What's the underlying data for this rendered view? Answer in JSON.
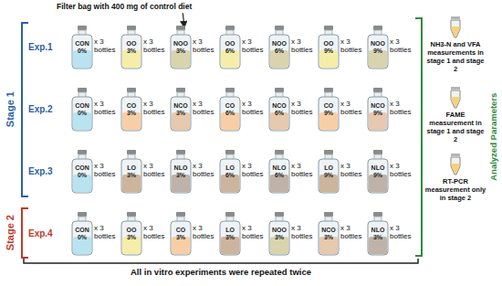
{
  "diagram": {
    "nodes": [
      {
        "text": [
          "CON 0%",
          "x 3 bottles"
        ]
      },
      {
        "text": [
          "OO 3%",
          "x 3 bottles"
        ]
      },
      {
        "text": [
          "NOO 3%",
          "x 3 bottles"
        ]
      },
      {
        "text": [
          "OO 6%",
          "x 3 bottles"
        ]
      },
      {
        "text": [
          "NOO 6%",
          "x 3 bottles"
        ]
      },
      {
        "text": [
          "OO 9%",
          "x 3 bottles"
        ]
      },
      {
        "text": [
          "NOO 9%",
          "x 3 bottles"
        ]
      },
      {
        "text": [
          "CON 0%",
          "x 3 bottles"
        ]
      },
      {
        "text": [
          "CO 3%",
          "x 3 bottles"
        ]
      },
      {
        "text": [
          "NCO 3%",
          "x 3 bottles"
        ]
      },
      {
        "text": [
          "CO 6%",
          "x 3 bottles"
        ]
      },
      {
        "text": [
          "NCO 6%",
          "x 3 bottles"
        ]
      },
      {
        "text": [
          "CO 9%",
          "x 3 bottles"
        ]
      },
      {
        "text": [
          "NCO 9%",
          "x 3 bottles"
        ]
      },
      {
        "text": [
          "CON 0%",
          "x 3 bottles"
        ]
      },
      {
        "text": [
          "LO 3%",
          "x 3 bottles"
        ]
      },
      {
        "text": [
          "NLO 3%",
          "x 3 bottles"
        ]
      },
      {
        "text": [
          "LO 6%",
          "x 3 bottles"
        ]
      },
      {
        "text": [
          "NLO 6%",
          "x 3 bottles"
        ]
      },
      {
        "text": [
          "LO 9%",
          "x 3 bottles"
        ]
      },
      {
        "text": [
          "NLO 9%",
          "x 3 bottles"
        ]
      },
      {
        "text": [
          "CON 0%",
          "x 3 bottles"
        ]
      },
      {
        "text": [
          "OO 3%",
          "x 3 bottles"
        ]
      },
      {
        "text": [
          "CO 3%",
          "x 3 bottles"
        ]
      },
      {
        "text": [
          "LO 3%",
          "x 3 bottles"
        ]
      },
      {
        "text": [
          "NOO 3%",
          "x 3 bottles"
        ]
      },
      {
        "text": [
          "NCO 3%",
          "x 3 bottles"
        ]
      },
      {
        "text": [
          "NLO 3%",
          "x 3 bottles"
        ]
      }
    ],
    "labels": [
      "Filter bag with 400 mg of control diet",
      "Stage 1",
      "Stage 2",
      "Exp.1",
      "Exp.2",
      "Exp.3",
      "Exp.4",
      "Analyzed Parameters",
      "NH3-N and VFA measurements in stage 1 and stage 2",
      "FAME measurement in stage 1 and stage 2",
      "RT-PCR measurement only in stage 2",
      "All in vitro experiments were repeated twice"
    ]
  }
}
